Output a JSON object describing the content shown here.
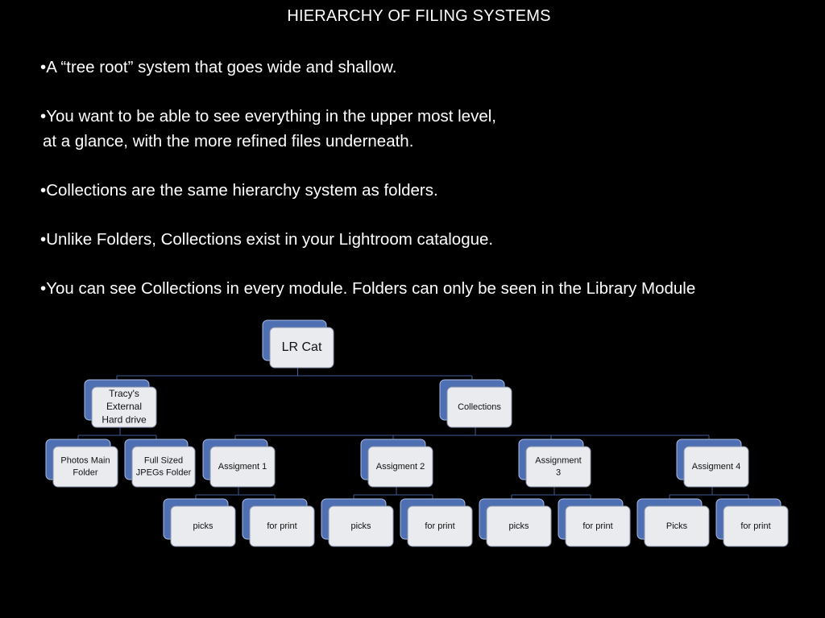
{
  "slide": {
    "title": "HIERARCHY OF FILING SYSTEMS",
    "bullets": [
      {
        "marker": "•",
        "lines": [
          "A “tree root” system that goes wide and shallow."
        ]
      },
      {
        "marker": "•",
        "lines": [
          "You want to be able to see everything in the upper most level,",
          "at a glance, with the more refined files underneath."
        ]
      },
      {
        "marker": "•",
        "lines": [
          "Collections are the same hierarchy system as folders."
        ]
      },
      {
        "marker": "•",
        "lines": [
          "Unlike Folders, Collections exist in your Lightroom catalogue."
        ]
      },
      {
        "marker": "•",
        "lines": [
          "You can see Collections in every module. Folders can only be seen in the Library Module"
        ]
      }
    ]
  },
  "tree": {
    "colors": {
      "node_back": "#4f6fb3",
      "node_face": "#e9ebef",
      "connector": "#3f5b93",
      "background": "#000000"
    },
    "nodes": [
      {
        "id": "lr-cat",
        "label": [
          "LR Cat"
        ],
        "parent": null
      },
      {
        "id": "tracys-external",
        "label": [
          "Tracy's",
          "External",
          "Hard drive"
        ],
        "parent": "lr-cat"
      },
      {
        "id": "collections",
        "label": [
          "Collections"
        ],
        "parent": "lr-cat"
      },
      {
        "id": "photos-main",
        "label": [
          "Photos Main",
          "Folder"
        ],
        "parent": "tracys-external"
      },
      {
        "id": "full-sized-jpegs",
        "label": [
          "Full Sized",
          "JPEGs Folder"
        ],
        "parent": "tracys-external"
      },
      {
        "id": "assigment-1",
        "label": [
          "Assigment 1"
        ],
        "parent": "collections"
      },
      {
        "id": "assigment-2",
        "label": [
          "Assigment 2"
        ],
        "parent": "collections"
      },
      {
        "id": "assignment-3",
        "label": [
          "Assignment",
          "3"
        ],
        "parent": "collections"
      },
      {
        "id": "assigment-4",
        "label": [
          "Assigment 4"
        ],
        "parent": "collections"
      },
      {
        "id": "a1-picks",
        "label": [
          "picks"
        ],
        "parent": "assigment-1"
      },
      {
        "id": "a1-print",
        "label": [
          "for print"
        ],
        "parent": "assigment-1"
      },
      {
        "id": "a2-picks",
        "label": [
          "picks"
        ],
        "parent": "assigment-2"
      },
      {
        "id": "a2-print",
        "label": [
          "for print"
        ],
        "parent": "assigment-2"
      },
      {
        "id": "a3-picks",
        "label": [
          "picks"
        ],
        "parent": "assignment-3"
      },
      {
        "id": "a3-print",
        "label": [
          "for print"
        ],
        "parent": "assignment-3"
      },
      {
        "id": "a4-picks",
        "label": [
          "Picks"
        ],
        "parent": "assigment-4"
      },
      {
        "id": "a4-print",
        "label": [
          "for print"
        ],
        "parent": "assigment-4"
      }
    ]
  }
}
